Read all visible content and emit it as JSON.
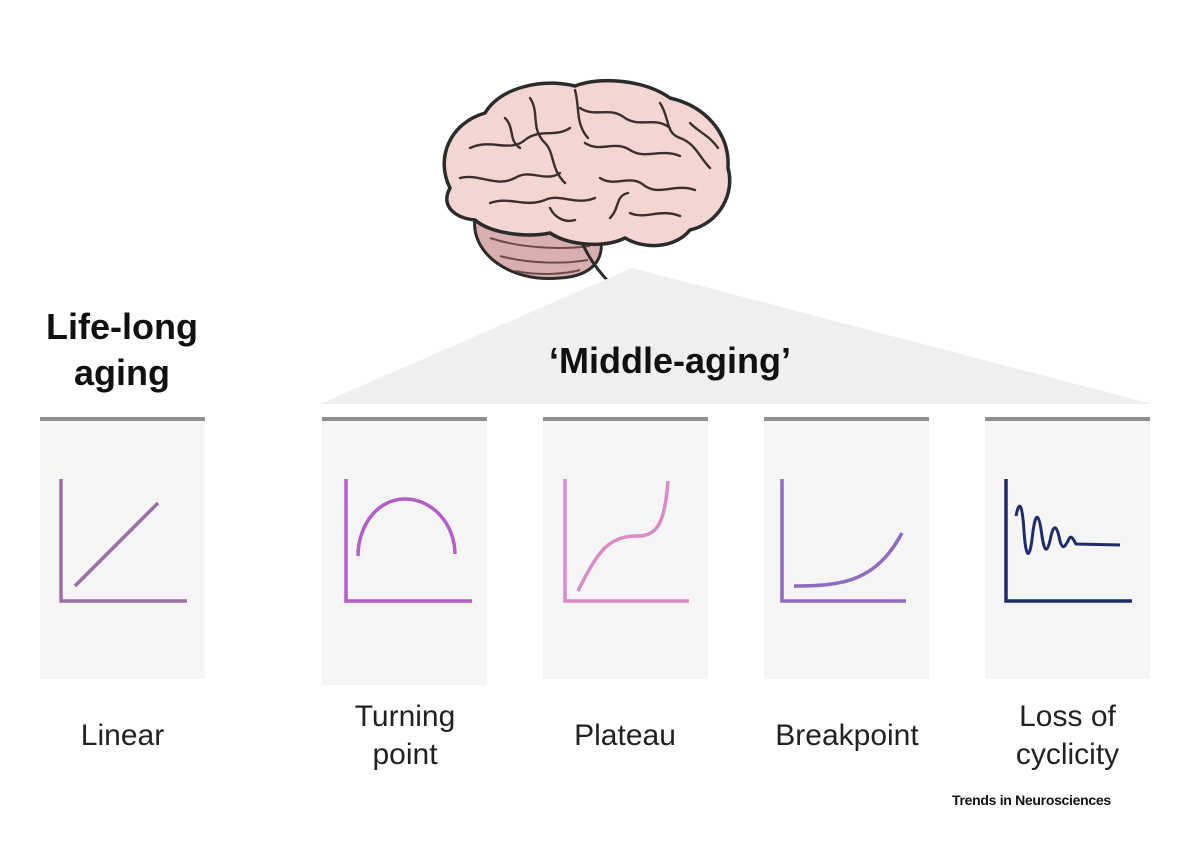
{
  "headings": {
    "life_long": [
      "Life-long",
      "aging"
    ],
    "middle_aging": "‘Middle-aging’"
  },
  "panels": [
    {
      "id": "linear",
      "label": [
        "Linear"
      ],
      "color": "#9b6fa6"
    },
    {
      "id": "turning-point",
      "label": [
        "Turning",
        "point"
      ],
      "color": "#b45cc8"
    },
    {
      "id": "plateau",
      "label": [
        "Plateau"
      ],
      "color": "#d98ac8"
    },
    {
      "id": "breakpoint",
      "label": [
        "Breakpoint"
      ],
      "color": "#8e6ac0"
    },
    {
      "id": "loss-of-cyclicity",
      "label": [
        "Loss of",
        "cyclicity"
      ],
      "color": "#1f2c6b"
    }
  ],
  "credit": "Trends in Neurosciences",
  "colors": {
    "panel_bg": "#f5f5f5",
    "divider": "#8f8f8f",
    "brain_fill": "#f3d6d2",
    "brain_outline": "#2b2b2b",
    "cerebellum_fill": "#d9aeae"
  }
}
